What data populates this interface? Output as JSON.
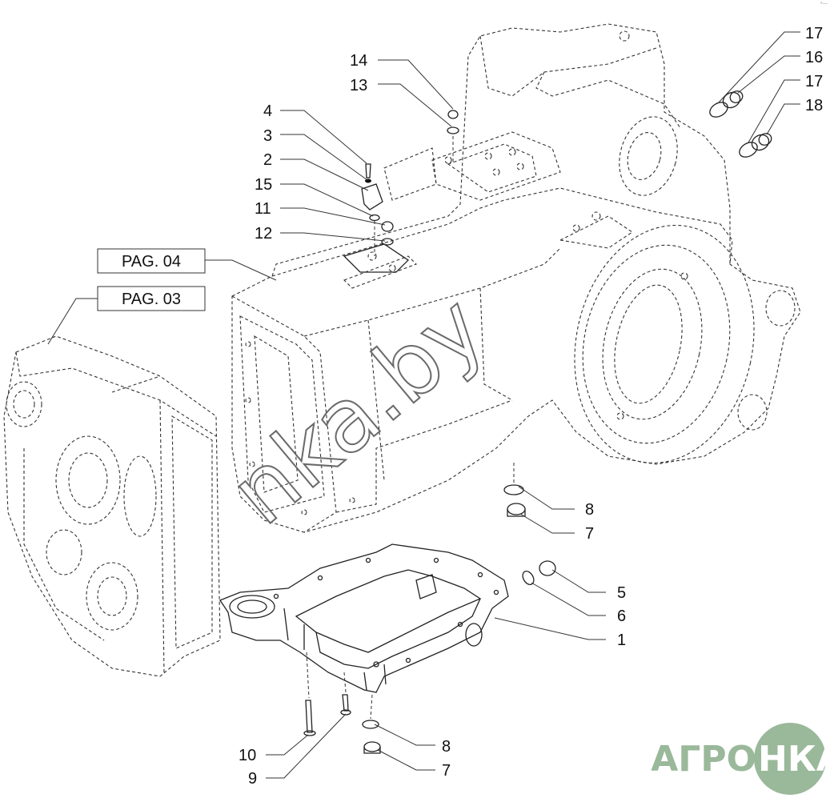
{
  "page_refs": [
    "PAG. 04",
    "PAG. 03"
  ],
  "callouts": [
    "17",
    "16",
    "17",
    "18",
    "14",
    "13",
    "4",
    "3",
    "2",
    "15",
    "11",
    "12",
    "8",
    "7",
    "5",
    "6",
    "1",
    "10",
    "9",
    "8",
    "7"
  ],
  "watermark": "nka.by",
  "logo": {
    "left": "АГРО",
    "right": "НКА"
  },
  "corner_mark": "*~-",
  "colors": {
    "line": "#222222",
    "logo": "#9ab89a"
  }
}
